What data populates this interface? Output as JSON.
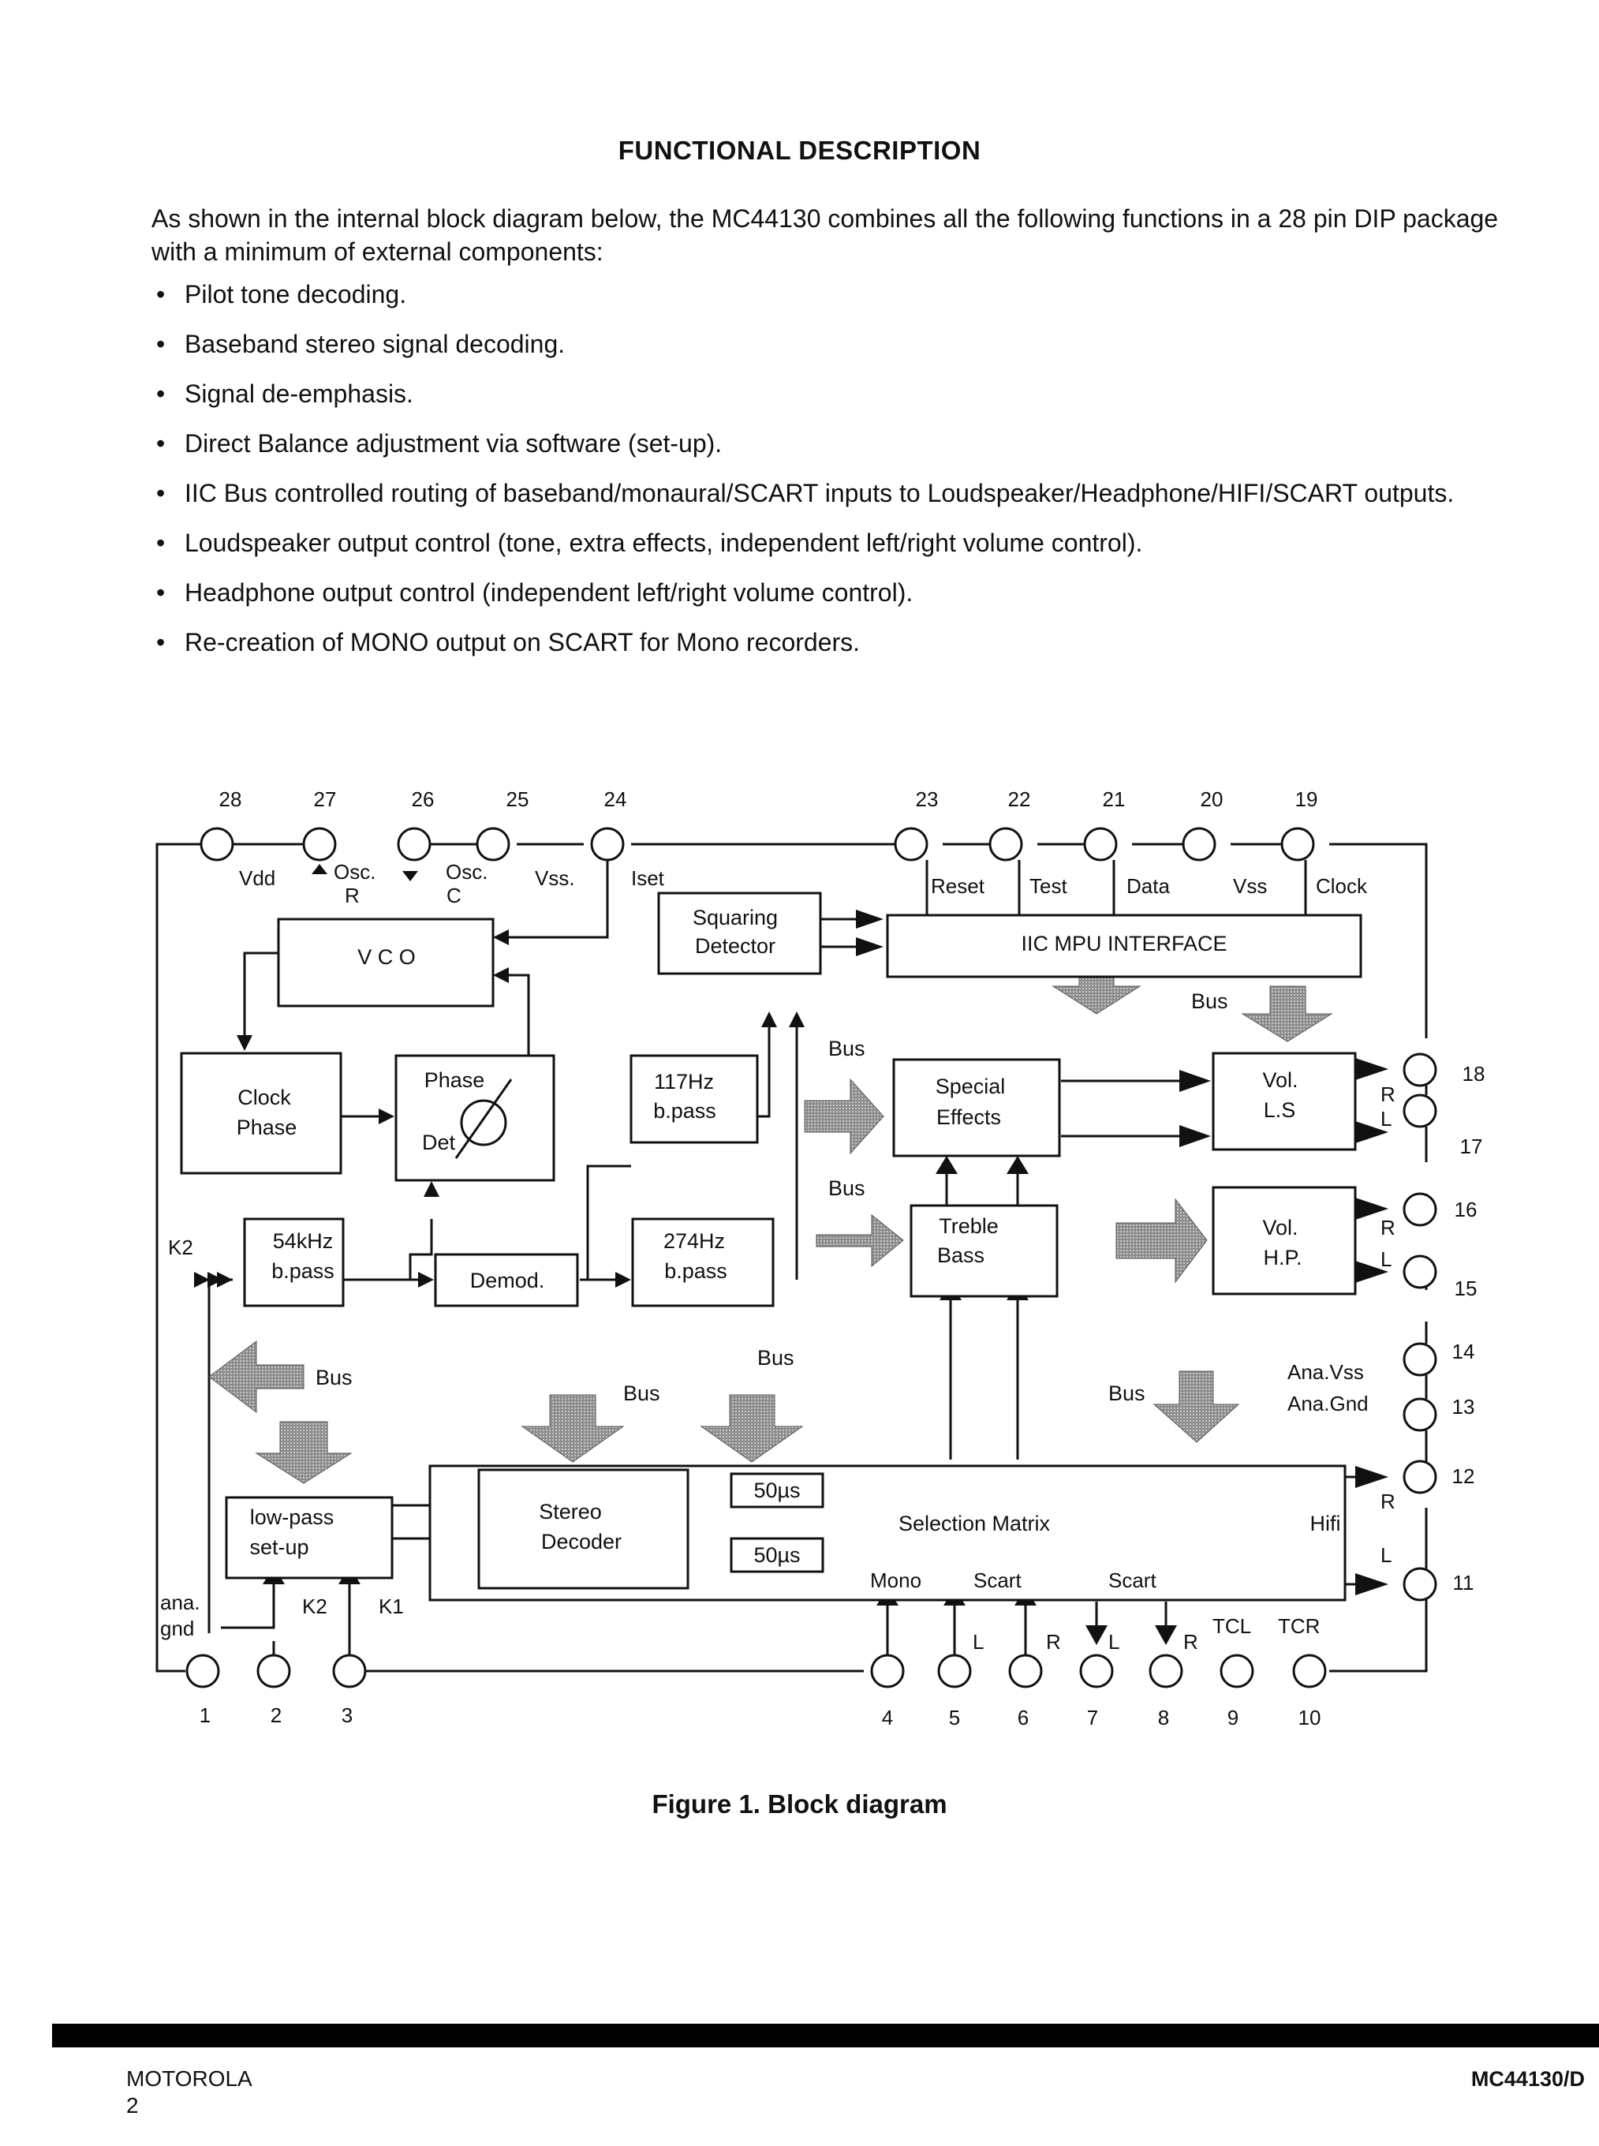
{
  "heading": "FUNCTIONAL DESCRIPTION",
  "intro": "As shown in the internal block diagram below, the MC44130 combines all the following functions in a 28 pin DIP package with a minimum of external components:",
  "bullets": [
    "Pilot tone decoding.",
    "Baseband stereo signal decoding.",
    "Signal de-emphasis.",
    "Direct Balance adjustment via software (set-up).",
    "IIC Bus controlled routing of baseband/monaural/SCART inputs to Loudspeaker/Headphone/HIFI/SCART outputs.",
    "Loudspeaker output control (tone, extra effects, independent left/right volume control).",
    "Headphone output control (independent left/right volume control).",
    "Re-creation of MONO output on SCART for Mono recorders."
  ],
  "bullet_symbol": "•",
  "diagram": {
    "pins": {
      "p1": "1",
      "p2": "2",
      "p3": "3",
      "p4": "4",
      "p5": "5",
      "p6": "6",
      "p7": "7",
      "p8": "8",
      "p9": "9",
      "p10": "10",
      "p11": "11",
      "p12": "12",
      "p13": "13",
      "p14": "14",
      "p15": "15",
      "p16": "16",
      "p17": "17",
      "p18": "18",
      "p19": "19",
      "p20": "20",
      "p21": "21",
      "p22": "22",
      "p23": "23",
      "p24": "24",
      "p25": "25",
      "p26": "26",
      "p27": "27",
      "p28": "28"
    },
    "pin_labels": {
      "vdd": "Vdd",
      "osc_r_1": "Osc.",
      "osc_r_2": "R",
      "osc_c_1": "Osc.",
      "osc_c_2": "C",
      "vss_top": "Vss.",
      "iset": "Iset",
      "reset": "Reset",
      "test": "Test",
      "data": "Data",
      "vss": "Vss",
      "clock": "Clock",
      "ana_vss": "Ana.Vss",
      "ana_gnd": "Ana.Gnd",
      "ana": "ana.",
      "gnd": "gnd",
      "k2_left": "K2",
      "k2_bottom": "K2",
      "k1": "K1",
      "tcl": "TCL",
      "tcr": "TCR",
      "mono": "Mono",
      "scart_in": "Scart",
      "scart_out": "Scart",
      "l5": "L",
      "r6": "R",
      "l7": "L",
      "r8": "R",
      "r18": "R",
      "l17": "L",
      "r16": "R",
      "l15": "L",
      "r12": "R",
      "l11": "L"
    },
    "blocks": {
      "vco": "V C O",
      "squaring_1": "Squaring",
      "squaring_2": "Detector",
      "iic": "IIC MPU INTERFACE",
      "clock_1": "Clock",
      "clock_2": "Phase",
      "phase_1": "Phase",
      "phase_2": "Det",
      "b117_1": "117Hz",
      "b117_2": "b.pass",
      "special_1": "Special",
      "special_2": "Effects",
      "vol_ls_1": "Vol.",
      "vol_ls_2": "L.S",
      "b54_1": "54kHz",
      "b54_2": "b.pass",
      "demod": "Demod.",
      "b274_1": "274Hz",
      "b274_2": "b.pass",
      "treble_1": "Treble",
      "treble_2": "Bass",
      "vol_hp_1": "Vol.",
      "vol_hp_2": "H.P.",
      "lowpass_1": "low-pass",
      "lowpass_2": "set-up",
      "stereo_1": "Stereo",
      "stereo_2": "Decoder",
      "deemph_1": "50µs",
      "deemph_2": "50µs",
      "matrix": "Selection Matrix",
      "hifi": "Hifi"
    },
    "bus_labels": [
      "Bus",
      "Bus",
      "Bus",
      "Bus",
      "Bus",
      "Bus",
      "Bus"
    ]
  },
  "caption": "Figure 1.  Block diagram",
  "footer": {
    "company": "MOTOROLA",
    "page": "2",
    "doc_id": "MC44130/D"
  },
  "colors": {
    "ink": "#111111",
    "bus_arrow_fill": "#9a9a9a",
    "background": "#ffffff"
  }
}
